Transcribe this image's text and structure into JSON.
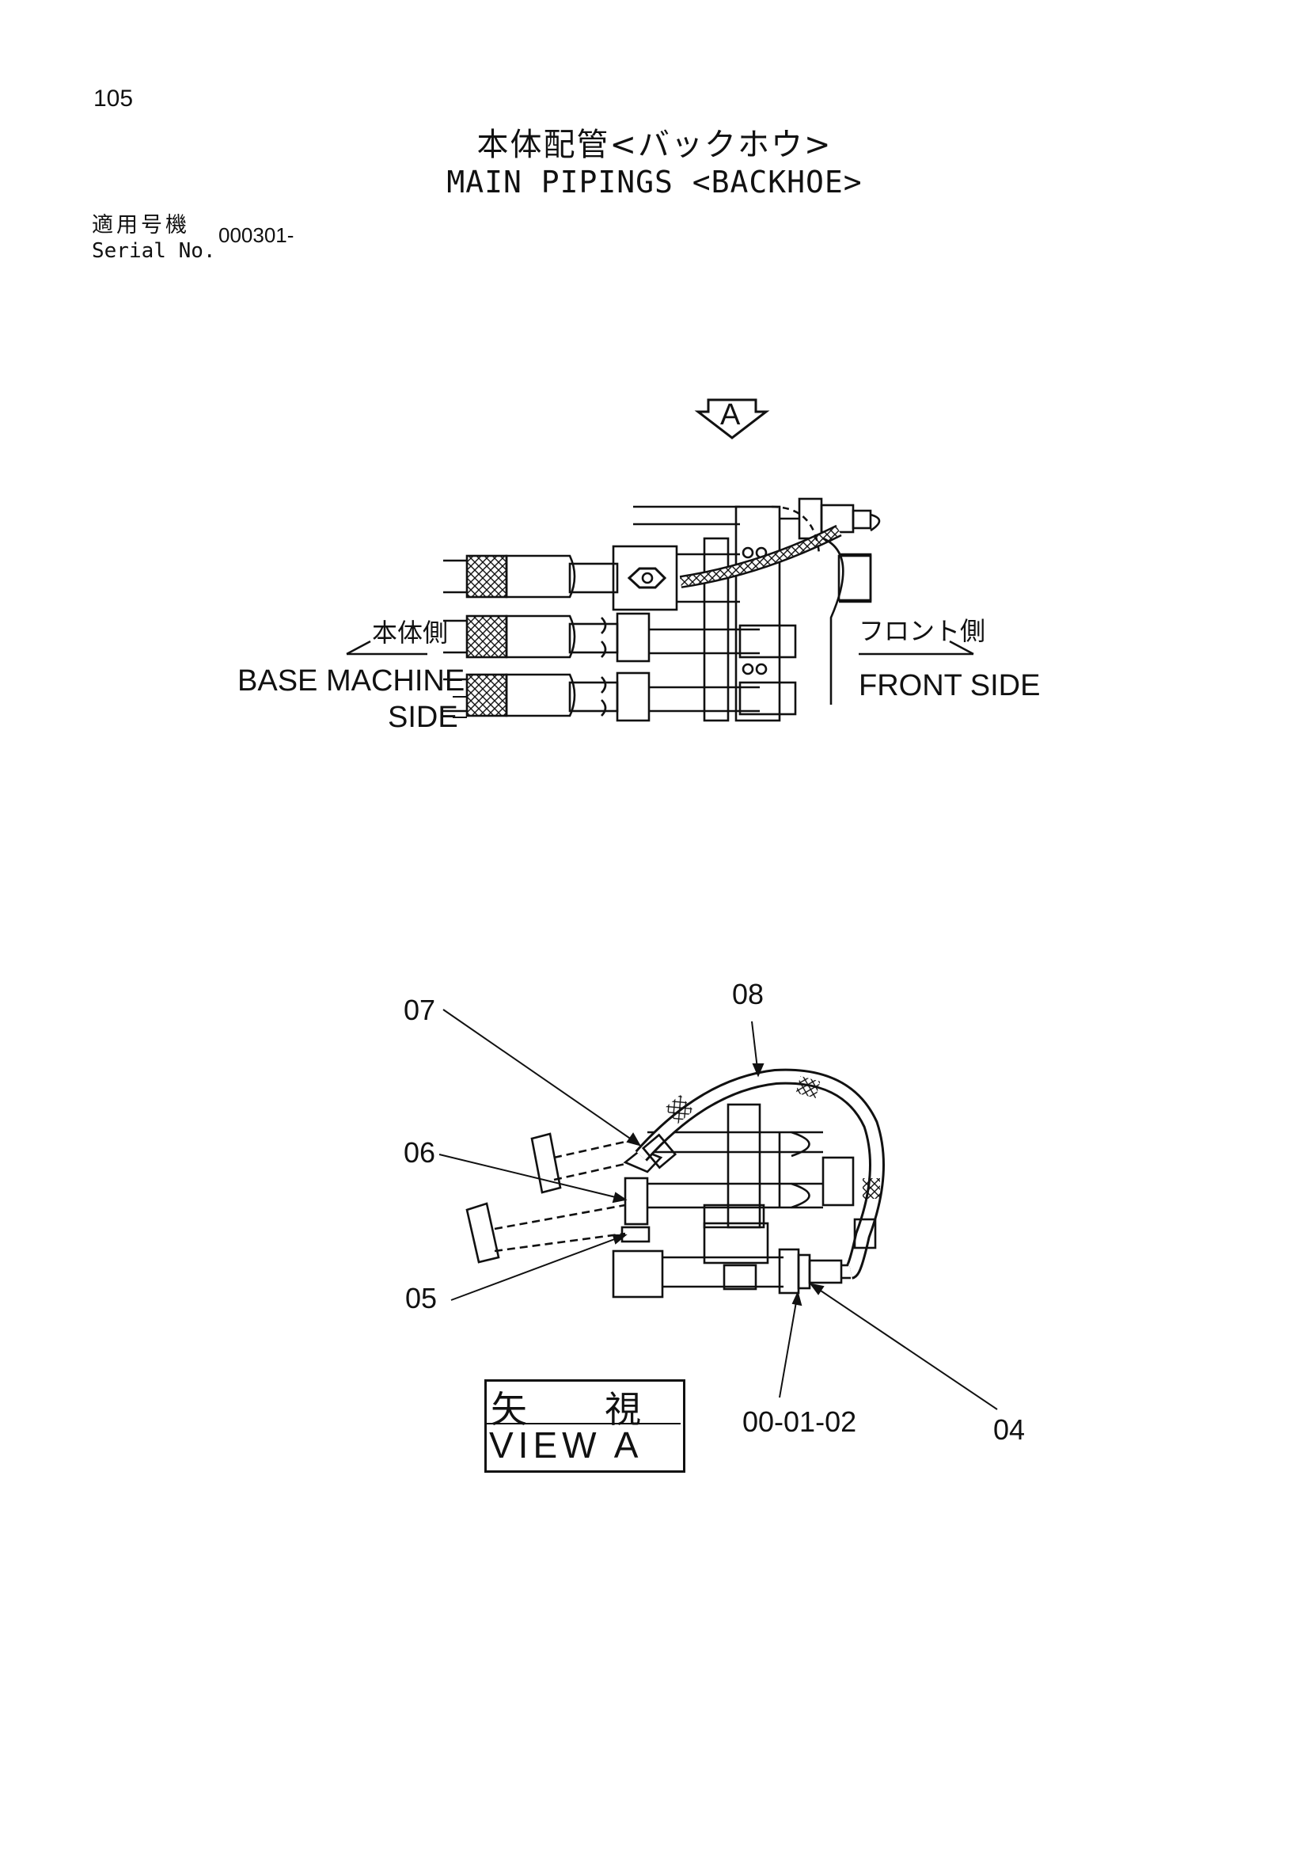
{
  "page": {
    "number": "105",
    "title_jp": "本体配管<バックホウ>",
    "title_en": "MAIN PIPINGS <BACKHOE>"
  },
  "serial": {
    "label_jp": "適用号機",
    "label_en": "Serial No.",
    "value": "000301-"
  },
  "top_view": {
    "marker": "A",
    "base_side_jp": "本体側",
    "base_side_en_1": "BASE MACHINE",
    "base_side_en_2": "SIDE",
    "front_side_jp": "フロント側",
    "front_side_en": "FRONT SIDE"
  },
  "bottom_view": {
    "parts": [
      "07",
      "08",
      "06",
      "05",
      "00-01-02",
      "04"
    ],
    "view_label_jp": "矢　視",
    "view_label_en": "VIEW  A"
  }
}
